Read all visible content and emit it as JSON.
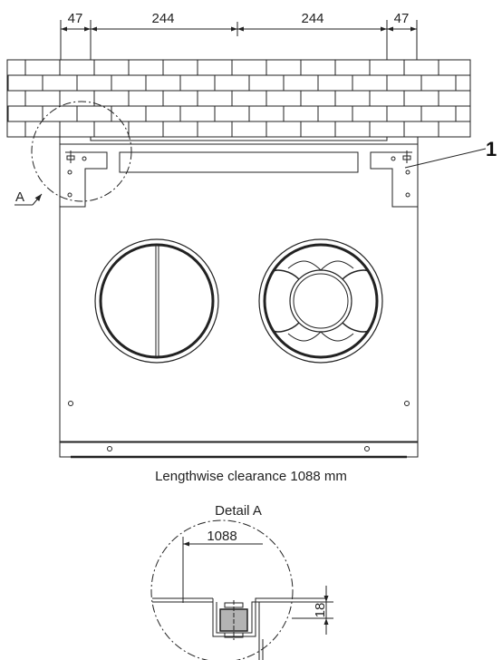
{
  "dimensions": {
    "left_margin": "47",
    "left_span": "244",
    "right_span": "244",
    "right_margin": "47"
  },
  "callout_number": "1",
  "detail_marker": "A",
  "caption": "Lengthwise clearance 1088 mm",
  "detail": {
    "title": "Detail A",
    "width_dim": "1088",
    "height_dim": "18"
  },
  "colors": {
    "line": "#222222",
    "bracket_fill": "#b3b3b3"
  }
}
